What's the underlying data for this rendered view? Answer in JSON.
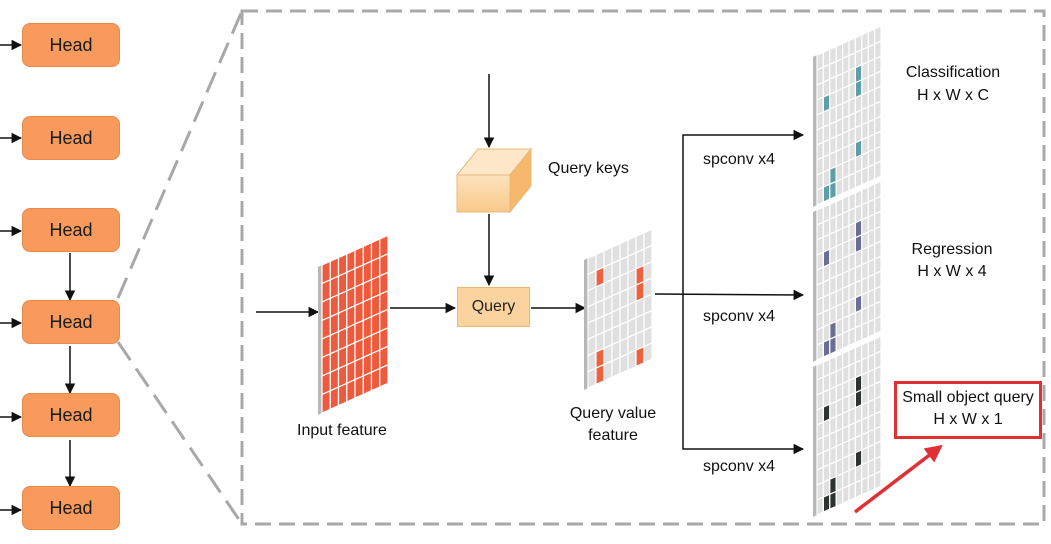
{
  "heads": [
    "Head",
    "Head",
    "Head",
    "Head",
    "Head",
    "Head"
  ],
  "query_keys_label": "Query keys",
  "query_label": "Query",
  "input_feature_label": "Input feature",
  "query_value_label": [
    "Query value",
    "feature"
  ],
  "spconv_labels": [
    "spconv x4",
    "spconv x4",
    "spconv x4"
  ],
  "outputs": [
    {
      "title": "Classification",
      "dims": "H x W x C",
      "cell_color": "#5e9ea8"
    },
    {
      "title": "Regression",
      "dims": "H x W x 4",
      "cell_color": "#6b6e94"
    },
    {
      "title": "Small object query",
      "dims": "H x W x 1",
      "cell_color": "#2f332f"
    }
  ],
  "colors": {
    "head_fill": "#f79a5c",
    "query_fill": "#fad39e",
    "input_grid": "#f05a3c",
    "highlight": "#e03036",
    "dashed": "#a8a8a8",
    "grid_bg": "#e0e0e0"
  }
}
